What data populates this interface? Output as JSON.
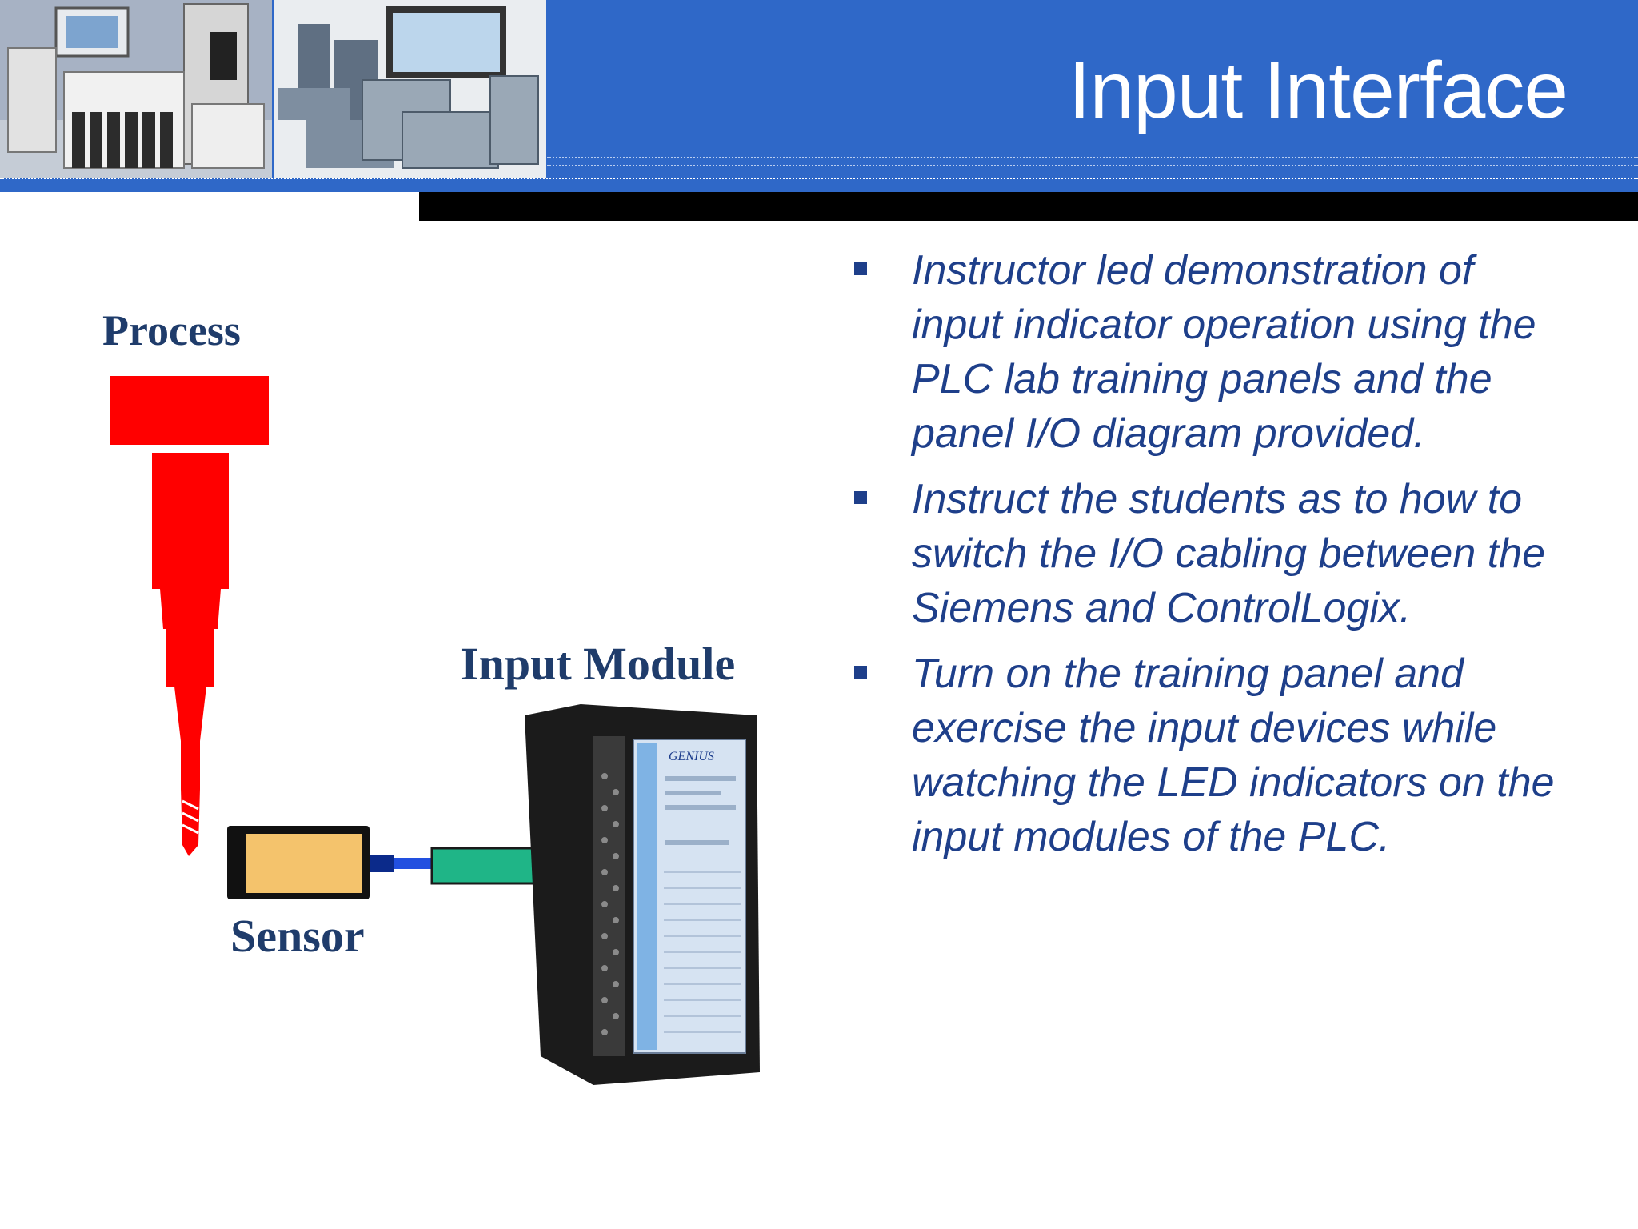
{
  "slide": {
    "title": "Input Interface"
  },
  "diagram": {
    "process_label": "Process",
    "input_module_label": "Input Module",
    "sensor_label": "Sensor",
    "module_brand": "GENIUS"
  },
  "bullets": [
    "Instructor led demonstration of input indicator operation using the PLC lab training panels and the panel I/O diagram provided.",
    "Instruct the students as to how to switch the I/O cabling between the Siemens and ControlLogix.",
    "Turn on the training panel and exercise the input devices while watching the LED indicators on the input modules of the PLC."
  ],
  "colors": {
    "header_blue": "#2f68c8",
    "bullet_text": "#1e3f8a",
    "process_red": "#ff0000",
    "sensor_body": "#f4c36c",
    "arrow_green": "#1fb587",
    "label_navy": "#1f3c6b"
  }
}
